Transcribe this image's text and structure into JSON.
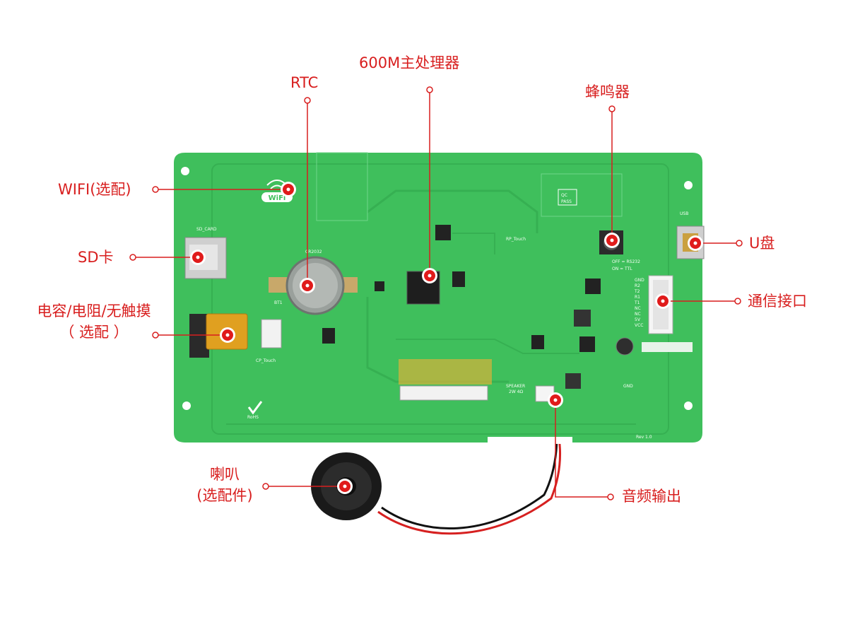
{
  "colors": {
    "label_red": "#d81e1e",
    "board_green": "#3fbf5c",
    "board_edge": "#2ea84a",
    "trace_green": "#36b052"
  },
  "callouts": {
    "cpu": "600M主处理器",
    "rtc": "RTC",
    "buzzer": "蜂鸣器",
    "wifi": "WIFI(选配)",
    "usb": "U盘",
    "sd": "SD卡",
    "comm": "通信接口",
    "touch_line1": "电容/电阻/无触摸",
    "touch_line2": "（ 选配 ）",
    "speaker_line1": "喇叭",
    "speaker_line2": "(选配件)",
    "audio": "音频输出"
  },
  "silkscreen": {
    "sd_card": "SD_CARD",
    "cr2032": "CR2032",
    "bt1": "BT1",
    "rp_touch": "RP_Touch",
    "cp_touch": "CP_Touch",
    "usb": "USB",
    "speaker": "SPEAKER",
    "speaker_spec": "2W 4Ω",
    "sel_line1": "OFF = RS232",
    "sel_line2": "ON = TTL",
    "rev": "Rev 1.0",
    "rohs": "RoHS",
    "gnd": "GND",
    "wifi_logo": "WiFi",
    "qc_line1": "QC",
    "qc_line2": "PASS",
    "pins": [
      "GND",
      "R2",
      "T2",
      "R1",
      "T1",
      "NC",
      "NC",
      "5V",
      "VCC"
    ]
  }
}
